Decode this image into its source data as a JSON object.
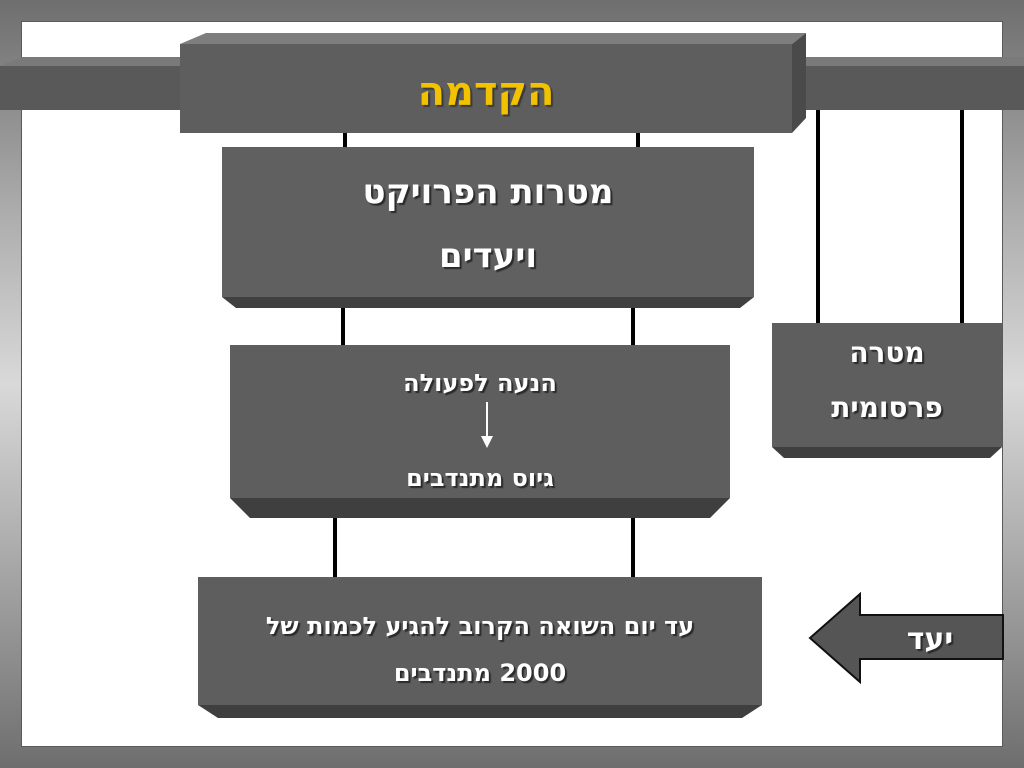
{
  "title": "הקדמה",
  "boxes": {
    "project_goals": {
      "line1": "מטרות הפרויקט",
      "line2": "ויעדים"
    },
    "call_to_action": {
      "top": "הנעה לפעולה",
      "bottom": "גיוס מתנדבים"
    },
    "target": {
      "line1": "עד יום השואה הקרוב להגיע לכמות של",
      "line2": "2000 מתנדבים"
    },
    "pr_goal": {
      "line1": "מטרה",
      "line2": "פרסומית"
    }
  },
  "arrow_label": "יעד",
  "colors": {
    "box_fill": "#5f5f5f",
    "box_dark": "#3f3f3f",
    "title_text": "#f2c200",
    "text": "#ffffff"
  }
}
